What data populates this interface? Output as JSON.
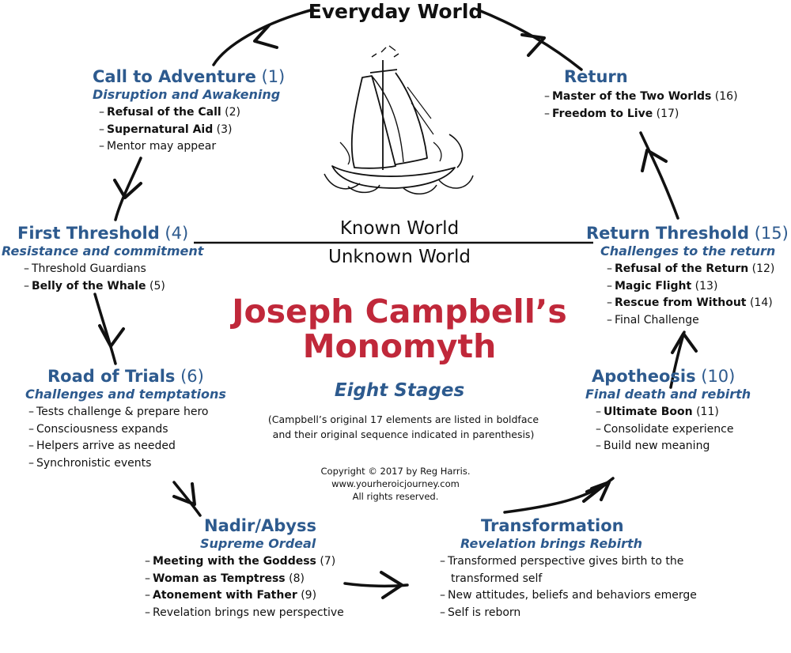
{
  "top_label": "Everyday World",
  "known_world": "Known World",
  "unknown_world": "Unknown World",
  "title_line1": "Joseph Campbell’s",
  "title_line2": "Monomyth",
  "subtitle": "Eight Stages",
  "note_line1": "(Campbell’s original 17 elements are listed in boldface",
  "note_line2": "and their original sequence indicated in parenthesis)",
  "copyright_line1": "Copyright © 2017 by Reg Harris.",
  "copyright_line2": "www.yourheroicjourney.com",
  "copyright_line3": "All rights reserved.",
  "icons": [
    "sailing-ship-icon",
    "arrowhead-icon"
  ],
  "colors": {
    "heading_blue": "#2d5a8e",
    "title_red": "#c0283a",
    "circle": "#111111"
  },
  "stages": [
    {
      "key": "call",
      "name": "Call to Adventure",
      "number": "(1)",
      "subtitle": "Disruption and Awakening",
      "items": [
        {
          "text": "Refusal of the Call",
          "bold": true,
          "num": "(2)"
        },
        {
          "text": "Supernatural Aid",
          "bold": true,
          "num": "(3)"
        },
        {
          "text": "Mentor may appear",
          "bold": false,
          "num": ""
        }
      ]
    },
    {
      "key": "first-threshold",
      "name": "First Threshold",
      "number": "(4)",
      "subtitle": "Resistance and commitment",
      "items": [
        {
          "text": "Threshold Guardians",
          "bold": false,
          "num": ""
        },
        {
          "text": "Belly of the Whale",
          "bold": true,
          "num": "(5)"
        }
      ]
    },
    {
      "key": "road",
      "name": "Road of Trials",
      "number": "(6)",
      "subtitle": "Challenges and temptations",
      "items": [
        {
          "text": "Tests challenge & prepare hero",
          "bold": false,
          "num": ""
        },
        {
          "text": "Consciousness expands",
          "bold": false,
          "num": ""
        },
        {
          "text": "Helpers arrive as needed",
          "bold": false,
          "num": ""
        },
        {
          "text": "Synchronistic events",
          "bold": false,
          "num": ""
        }
      ]
    },
    {
      "key": "nadir",
      "name": "Nadir/Abyss",
      "number": "",
      "subtitle": "Supreme Ordeal",
      "items": [
        {
          "text": "Meeting with the Goddess",
          "bold": true,
          "num": "(7)"
        },
        {
          "text": "Woman as Temptress",
          "bold": true,
          "num": "(8)"
        },
        {
          "text": "Atonement with Father",
          "bold": true,
          "num": "(9)"
        },
        {
          "text": "Revelation brings new perspective",
          "bold": false,
          "num": ""
        }
      ]
    },
    {
      "key": "transformation",
      "name": "Transformation",
      "number": "",
      "subtitle": "Revelation brings Rebirth",
      "items": [
        {
          "text": "Transformed perspective gives birth to the transformed self",
          "bold": false,
          "num": ""
        },
        {
          "text": "New attitudes, beliefs and behaviors emerge",
          "bold": false,
          "num": ""
        },
        {
          "text": "Self is reborn",
          "bold": false,
          "num": ""
        }
      ]
    },
    {
      "key": "apotheosis",
      "name": "Apotheosis",
      "number": "(10)",
      "subtitle": "Final death and rebirth",
      "items": [
        {
          "text": "Ultimate Boon",
          "bold": true,
          "num": "(11)"
        },
        {
          "text": "Consolidate experience",
          "bold": false,
          "num": ""
        },
        {
          "text": "Build new meaning",
          "bold": false,
          "num": ""
        }
      ]
    },
    {
      "key": "return-threshold",
      "name": "Return Threshold",
      "number": "(15)",
      "subtitle": "Challenges to the return",
      "items": [
        {
          "text": "Refusal of the Return",
          "bold": true,
          "num": "(12)"
        },
        {
          "text": "Magic Flight",
          "bold": true,
          "num": "(13)"
        },
        {
          "text": "Rescue from Without",
          "bold": true,
          "num": "(14)"
        },
        {
          "text": "Final Challenge",
          "bold": false,
          "num": ""
        }
      ]
    },
    {
      "key": "return",
      "name": "Return",
      "number": "",
      "subtitle": "",
      "items": [
        {
          "text": "Master of the Two Worlds",
          "bold": true,
          "num": "(16)"
        },
        {
          "text": "Freedom to Live",
          "bold": true,
          "num": "(17)"
        }
      ]
    }
  ]
}
